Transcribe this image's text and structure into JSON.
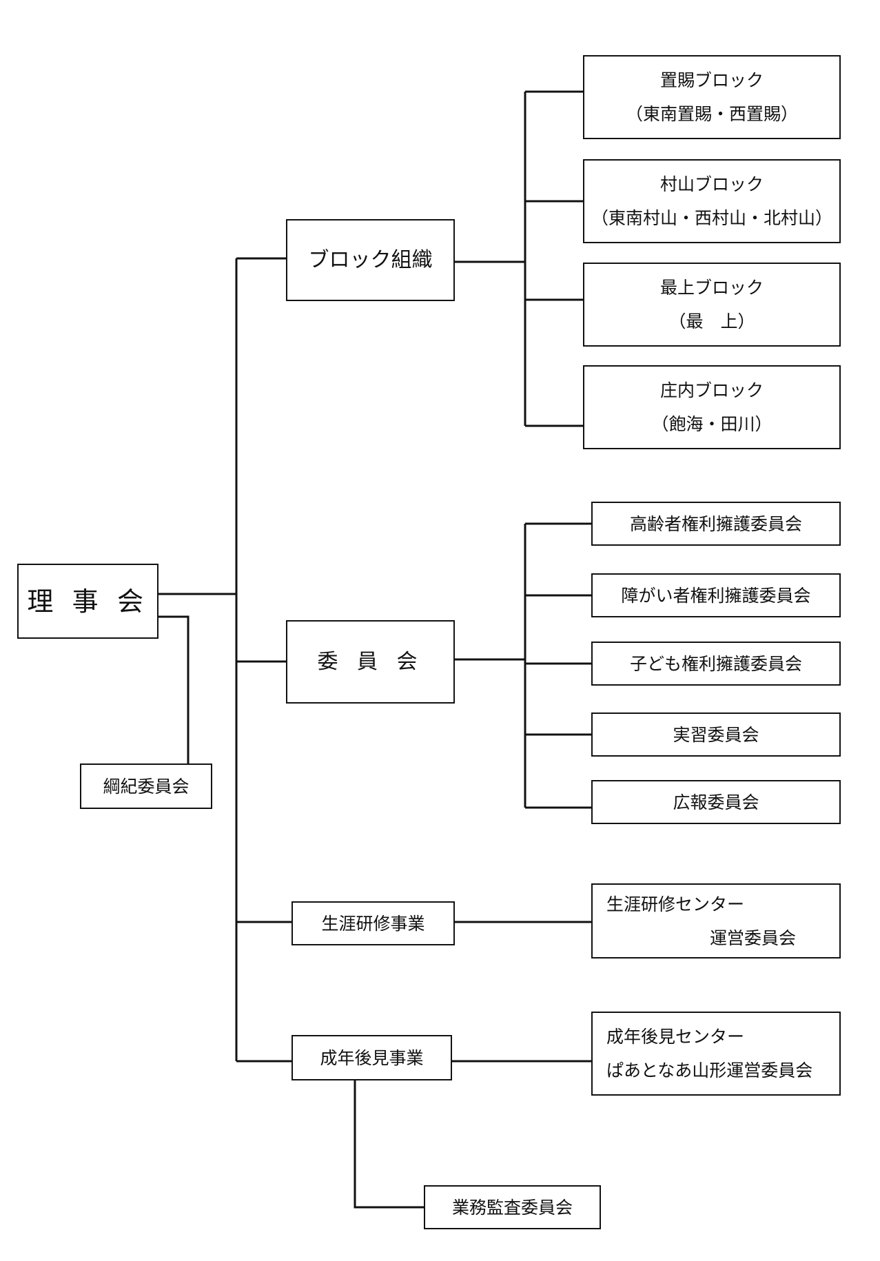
{
  "root": {
    "label": "理 事 会"
  },
  "discipline": {
    "label": "綱紀委員会"
  },
  "block_org": {
    "label": "ブロック組織",
    "children": [
      {
        "line1": "置賜ブロック",
        "line2": "（東南置賜・西置賜）"
      },
      {
        "line1": "村山ブロック",
        "line2": "（東南村山・西村山・北村山）"
      },
      {
        "line1": "最上ブロック",
        "line2": "（最　上）"
      },
      {
        "line1": "庄内ブロック",
        "line2": "（飽海・田川）"
      }
    ]
  },
  "committee": {
    "label": "委 員 会",
    "children": [
      "高齢者権利擁護委員会",
      "障がい者権利擁護委員会",
      "子ども権利擁護委員会",
      "実習委員会",
      "広報委員会"
    ]
  },
  "training": {
    "label": "生涯研修事業",
    "child": {
      "line1": "生涯研修センター",
      "line2": "運営委員会"
    }
  },
  "guardianship": {
    "label": "成年後見事業",
    "child": {
      "line1": "成年後見センター",
      "line2": "ぱあとなあ山形運営委員会"
    },
    "audit": "業務監査委員会"
  }
}
